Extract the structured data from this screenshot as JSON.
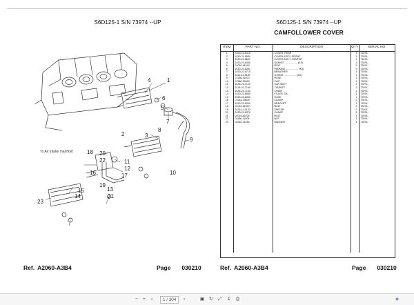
{
  "left_header": {
    "title": "S6D125-1 S/N 73974 --UP"
  },
  "right_header": {
    "title": "S6D125-1 S/N 73974 --UP",
    "subtitle": "CAMFOLLOWER COVER"
  },
  "table": {
    "columns": [
      "ITEM",
      "PART NO.",
      "DESCRIPTION",
      "QTY",
      "SERIAL NO."
    ],
    "rows": [
      {
        "item": "1",
        "part": "6150-21-6310",
        "desc": "COVER, REAR",
        "qty": "1",
        "serial": "73974-"
      },
      {
        "item": "2",
        "part": "6150-21-6500",
        "desc": "COVER ASS'Y, FRONT",
        "qty": "1",
        "serial": "73974-"
      },
      {
        "item": "3",
        "part": "6150-21-6601",
        "desc": "COVER ASS'Y, CENTER",
        "qty": "1",
        "serial": "73974-"
      },
      {
        "item": "4",
        "part": "6150-21-6350",
        "desc": "GASKET .................. (K3)",
        "qty": "3",
        "serial": "73974-"
      },
      {
        "item": "5",
        "part": "01010-61040",
        "desc": "BOLT",
        "qty": "9",
        "serial": "73974-"
      },
      {
        "item": "6",
        "part": "6150-21-6391",
        "desc": "PACKING .................. (K3)",
        "qty": "9",
        "serial": "73974-"
      },
      {
        "item": "7",
        "part": "6150-21-6710",
        "desc": "BREATHER",
        "qty": "1",
        "serial": "73974-"
      },
      {
        "item": "8",
        "part": "6114-21-5180",
        "desc": "O-RING .................. (K3)",
        "qty": "1",
        "serial": "73974-"
      },
      {
        "item": "9",
        "part": "07286-01673",
        "desc": "HOSE",
        "qty": "1",
        "serial": "73974-"
      },
      {
        "item": "10",
        "part": "07380-50320",
        "desc": "CLIP",
        "qty": "1",
        "serial": "73974-"
      },
      {
        "item": "11",
        "part": "6136-21-7120",
        "desc": "CAP ASS'Y",
        "qty": "1",
        "serial": "73974-"
      },
      {
        "item": "12",
        "part": "6136-21-7160",
        "desc": ".GASKET",
        "qty": "1",
        "serial": "73974-"
      },
      {
        "item": "13",
        "part": "6136-21-7130",
        "desc": "CHAIN",
        "qty": "1",
        "serial": "73974-"
      },
      {
        "item": "14",
        "part": "6150-21-6560",
        "desc": "FILLER, OIL",
        "qty": "1",
        "serial": "73974-"
      },
      {
        "item": "15",
        "part": "6150-21-6330",
        "desc": "HOSE",
        "qty": "1",
        "serial": "73974-"
      },
      {
        "item": "16",
        "part": "07281-00609",
        "desc": "CLAMP",
        "qty": "2",
        "serial": "73974-"
      },
      {
        "item": "17",
        "part": "6150-21-6340",
        "desc": "BRACKET",
        "qty": "1",
        "serial": "73974-"
      },
      {
        "item": "18",
        "part": "01010-61020",
        "desc": "BOLT",
        "qty": "2",
        "serial": "73974-"
      },
      {
        "item": "19",
        "part": "6136-11-5120",
        "desc": "SPACER",
        "qty": "2",
        "serial": "73974-"
      },
      {
        "item": "20",
        "part": "6150-21-6370",
        "desc": "CLAMP",
        "qty": "2",
        "serial": "73974-"
      },
      {
        "item": "21",
        "part": "01010-81025",
        "desc": "BOLT",
        "qty": "1",
        "serial": "73974-"
      },
      {
        "item": "22",
        "part": "01580-11008",
        "desc": "NUT",
        "qty": "1",
        "serial": "73974-"
      },
      {
        "item": "23",
        "part": "01640-21016",
        "desc": "WASHER",
        "qty": "4",
        "serial": "73974-"
      }
    ]
  },
  "footer": {
    "ref_label": "Ref.",
    "ref_value": "A2060-A3B4",
    "page_label": "Page",
    "page_value": "030210"
  },
  "diagram": {
    "note": "To Air intake manifold",
    "callouts": [
      "1",
      "2",
      "3",
      "4",
      "5",
      "6",
      "7",
      "8",
      "9",
      "10",
      "11",
      "12",
      "13",
      "14",
      "15",
      "16",
      "17",
      "18",
      "19",
      "20",
      "21",
      "22",
      "23"
    ]
  },
  "viewer": {
    "page_indicator": "1 / 304"
  }
}
